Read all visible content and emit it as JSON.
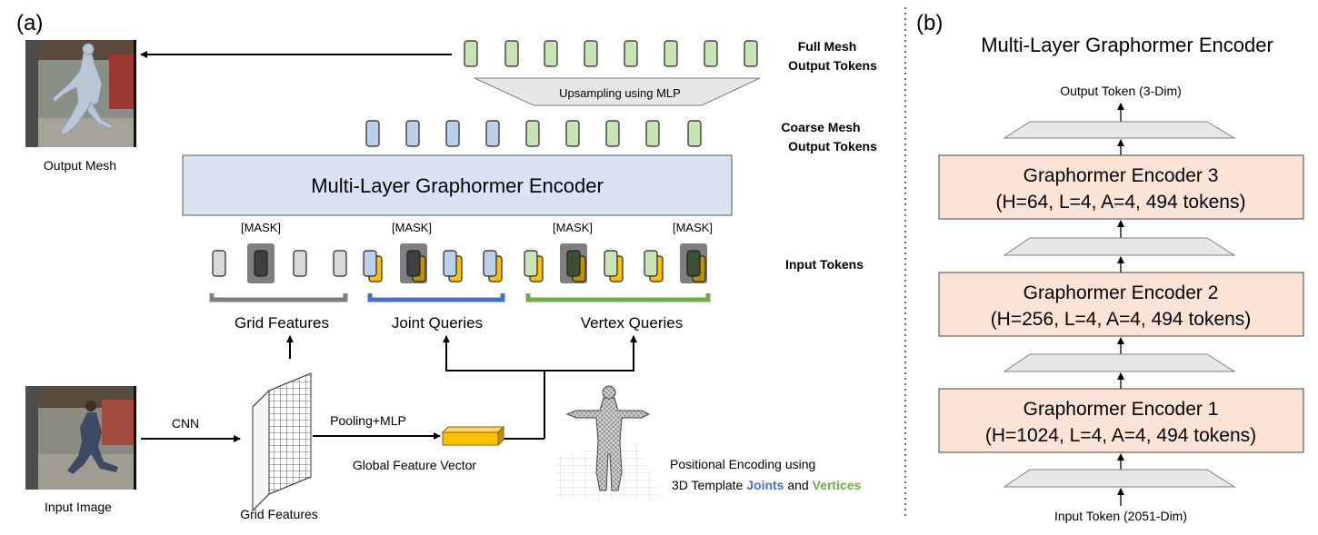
{
  "panel_a": {
    "tag": "(a)",
    "output_mesh_label": "Output Mesh",
    "input_image_label": "Input Image",
    "full_mesh_label_1": "Full Mesh",
    "full_mesh_label_2": "Output Tokens",
    "upsampling_label": "Upsampling using MLP",
    "coarse_mesh_label_1": "Coarse Mesh",
    "coarse_mesh_label_2": "Output Tokens",
    "encoder_label": "Multi-Layer Graphormer Encoder",
    "mask_label": "[MASK]",
    "input_tokens_label": "Input Tokens",
    "grid_features_group_label": "Grid Features",
    "joint_queries_label": "Joint Queries",
    "vertex_queries_label": "Vertex Queries",
    "cnn_label": "CNN",
    "grid_features_label": "Grid Features",
    "pooling_label": "Pooling+MLP",
    "global_feature_label": "Global Feature Vector",
    "pos_enc_line1": "Positional Encoding using",
    "pos_enc_line2_prefix": "3D Template ",
    "pos_enc_joints": "Joints",
    "pos_enc_and": " and ",
    "pos_enc_vertices": "Vertices"
  },
  "panel_b": {
    "tag": "(b)",
    "title": "Multi-Layer Graphormer Encoder",
    "output_token_label": "Output Token (3-Dim)",
    "input_token_label": "Input Token (2051-Dim)",
    "encoders": [
      {
        "name": "Graphormer Encoder 3",
        "params": "(H=64, L=4, A=4, 494 tokens)"
      },
      {
        "name": "Graphormer Encoder 2",
        "params": "(H=256, L=4, A=4, 494 tokens)"
      },
      {
        "name": "Graphormer Encoder 1",
        "params": "(H=1024, L=4, A=4, 494 tokens)"
      }
    ]
  },
  "colors": {
    "green_token": "#c9e4b4",
    "blue_token": "#bcd0ea",
    "gray_token": "#d9d9d9",
    "yellow_token": "#ffc000",
    "encoder_box": "#dae3f3",
    "graphormer_box": "#fbe3d6",
    "trapezoid": "#e7e7e7",
    "gray_bracket": "#7f7f7f",
    "blue_bracket": "#4472c4",
    "green_bracket": "#70ad47"
  }
}
